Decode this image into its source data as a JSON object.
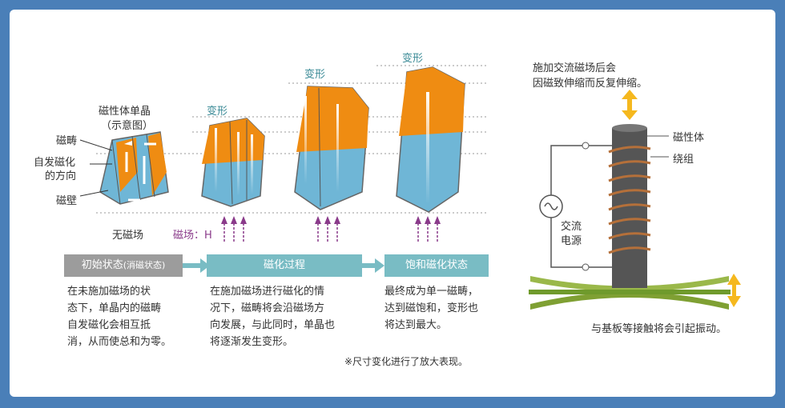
{
  "left": {
    "crystal_title": "磁性体单晶",
    "crystal_subtitle": "（示意图）",
    "label_domain": "磁畴",
    "label_spontaneous_line1": "自发磁化",
    "label_spontaneous_line2": "的方向",
    "label_wall": "磁壁",
    "label_no_field": "无磁场",
    "label_field": "磁场：H",
    "label_deform": "变形",
    "stages": [
      {
        "label": "初始状态",
        "sub": "(消磁状态)"
      },
      {
        "label": "磁化过程"
      },
      {
        "label": "饱和磁化状态"
      }
    ],
    "descriptions": [
      "在未施加磁场的状\n态下，单晶内的磁畴\n自发磁化会相互抵\n消，从而使总和为零。",
      "在施加磁场进行磁化的情\n况下，磁畴将会沿磁场方\n向发展，与此同时，单晶也\n将逐渐发生变形。",
      "最终成为单一磁畴，\n达到磁饱和，变形也\n将达到最大。"
    ],
    "note": "※尺寸变化进行了放大表现。"
  },
  "right": {
    "top_line1": "施加交流磁场后会",
    "top_line2": "因磁致伸缩而反复伸缩。",
    "label_magnetic": "磁性体",
    "label_coil": "绕组",
    "label_ac_line1": "交流",
    "label_ac_line2": "电源",
    "bottom_text": "与基板等接触将会引起振动。"
  },
  "colors": {
    "orange": "#ef8c12",
    "blue": "#6fb6d6",
    "teal_bar": "#79bcc4",
    "gray_bar": "#9c9c9c",
    "arrow": "#f5b81e",
    "purple": "#8a3a8a",
    "core": "#555555",
    "coil": "#b5703a",
    "plate": "#9ab84a"
  }
}
